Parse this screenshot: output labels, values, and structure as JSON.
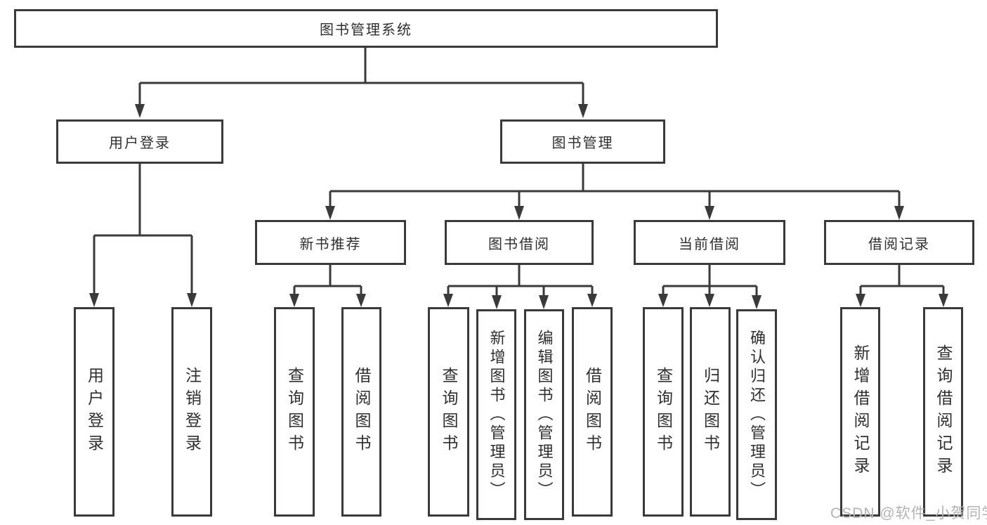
{
  "theme": {
    "line_color": "#3a3a3a",
    "text_color": "#2f2f2f",
    "watermark_color": "#b3b3b3",
    "box_background": "#ffffff",
    "page_background": "#ffffff"
  },
  "watermark": "CSDN @软件_小贺同学",
  "tree": {
    "label": "图书管理系统",
    "children": [
      {
        "label": "用户登录",
        "children": [
          {
            "label": "用户登录"
          },
          {
            "label": "注销登录"
          }
        ]
      },
      {
        "label": "图书管理",
        "children": [
          {
            "label": "新书推荐",
            "children": [
              {
                "label": "查询图书"
              },
              {
                "label": "借阅图书"
              }
            ]
          },
          {
            "label": "图书借阅",
            "children": [
              {
                "label": "查询图书"
              },
              {
                "label": "新增图书（管理员）"
              },
              {
                "label": "编辑图书（管理员）"
              },
              {
                "label": "借阅图书"
              }
            ]
          },
          {
            "label": "当前借阅",
            "children": [
              {
                "label": "查询图书"
              },
              {
                "label": "归还图书"
              },
              {
                "label": "确认归还（管理员）"
              }
            ]
          },
          {
            "label": "借阅记录",
            "children": [
              {
                "label": "新增借阅记录"
              },
              {
                "label": "查询借阅记录"
              }
            ]
          }
        ]
      }
    ]
  }
}
